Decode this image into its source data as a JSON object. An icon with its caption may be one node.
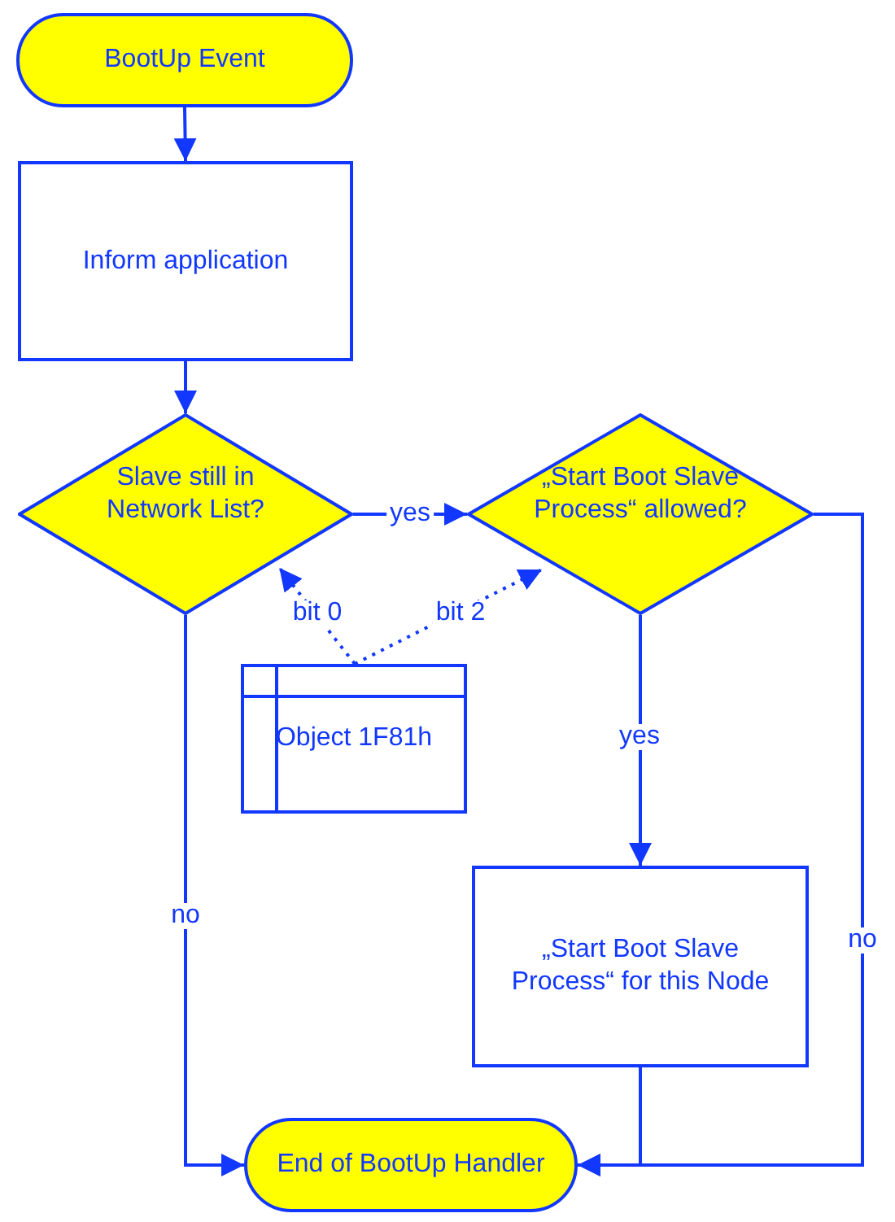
{
  "diagram": {
    "nodes": [
      {
        "text": [
          "BootUp Event"
        ]
      },
      {
        "text": [
          "Inform application"
        ]
      },
      {
        "text": [
          "Slave still in Network List?"
        ]
      },
      {
        "text": [
          "„Start Boot Slave Process“ allowed?"
        ]
      },
      {
        "text": [
          "Object 1F81h"
        ]
      },
      {
        "text": [
          "„Start Boot Slave Process“ for this Node"
        ]
      },
      {
        "text": [
          "End of BootUp Handler"
        ]
      }
    ],
    "edges": [
      {
        "from": 0,
        "to": 1,
        "arrow": "to"
      },
      {
        "from": 1,
        "to": 2,
        "arrow": "to"
      },
      {
        "from": 2,
        "to": 3,
        "arrow": "to",
        "label": "yes"
      },
      {
        "from": 2,
        "to": 6,
        "arrow": "to",
        "label": "no"
      },
      {
        "from": 3,
        "to": 5,
        "arrow": "to",
        "label": "yes"
      },
      {
        "from": 3,
        "to": 6,
        "arrow": "to",
        "label": "no"
      },
      {
        "from": 5,
        "to": 6,
        "arrow": "to"
      },
      {
        "from": 4,
        "to": 2,
        "arrow": "to",
        "label": "bit 0",
        "style": "dashed"
      },
      {
        "from": 4,
        "to": 3,
        "arrow": "to",
        "label": "bit 2",
        "style": "dashed"
      }
    ]
  }
}
